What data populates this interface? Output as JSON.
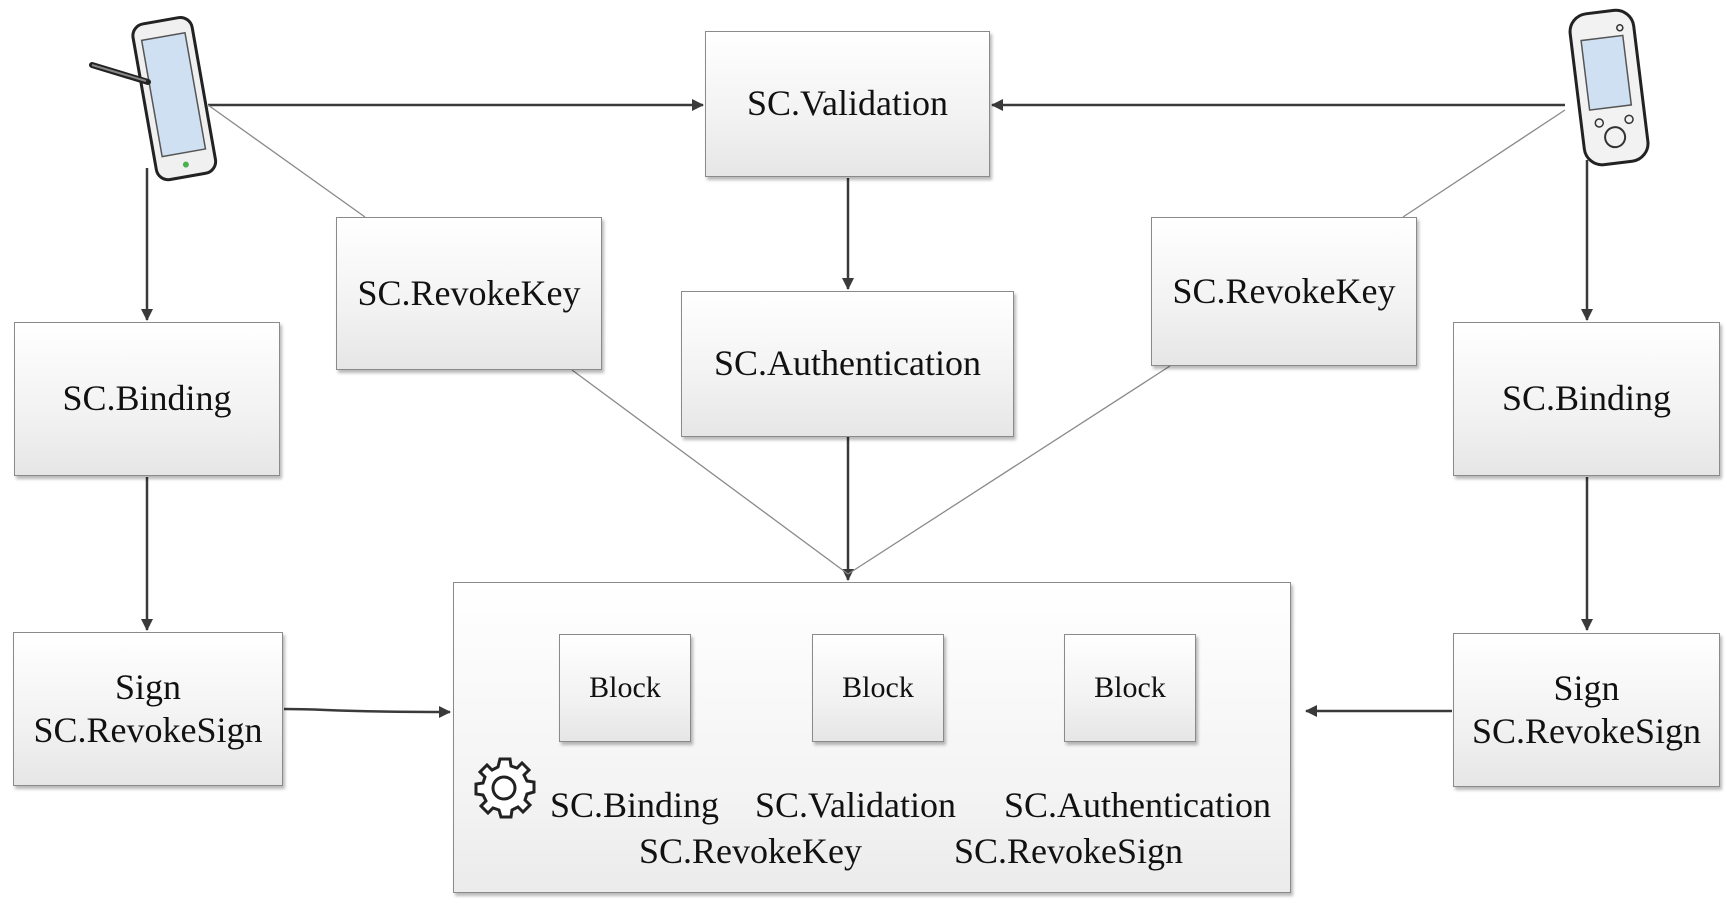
{
  "top": {
    "validation": "SC.Validation",
    "authentication": "SC.Authentication"
  },
  "left": {
    "revoke_key": "SC.RevokeKey",
    "binding": "SC.Binding",
    "sign_line1": "Sign",
    "sign_line2": "SC.RevokeSign"
  },
  "right": {
    "revoke_key": "SC.RevokeKey",
    "binding": "SC.Binding",
    "sign_line1": "Sign",
    "sign_line2": "SC.RevokeSign"
  },
  "chain": {
    "blocks": [
      "Block",
      "Block",
      "Block"
    ],
    "contracts_row1": [
      "SC.Binding",
      "SC.Validation",
      "SC.Authentication"
    ],
    "contracts_row2": [
      "SC.RevokeKey",
      "SC.RevokeSign"
    ]
  },
  "icons": {
    "left_device": "tablet-icon",
    "right_device": "mobile-phone-icon",
    "chain_settings": "gear-icon"
  },
  "colors": {
    "arrow": "#3a3a3a",
    "thin_line": "#8a8a8a",
    "box_border": "#8a8a8a"
  }
}
